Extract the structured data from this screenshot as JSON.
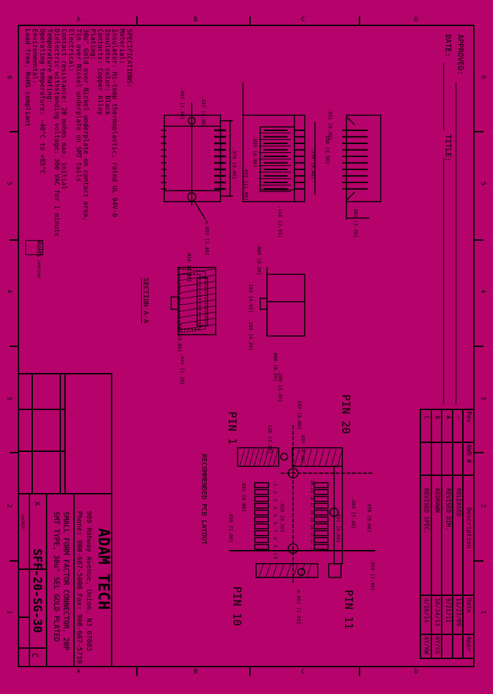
{
  "colors": {
    "background": "#b5036b",
    "ink": "#000000"
  },
  "zones": {
    "letters": [
      "A",
      "B",
      "C",
      "D"
    ],
    "numbers": [
      "6",
      "5",
      "4",
      "3",
      "2",
      "1"
    ]
  },
  "header": {
    "approved_label": "APPROVED:",
    "date_label": "DATE:",
    "title_label": "TITLE:"
  },
  "specifications": {
    "heading": "SPECIFICATIONS:",
    "lines": [
      "Material:",
      "Insulator: Hi-temp thermoplastic, rated UL 94V-0",
      "Insulator color: Black",
      "Contacts: Copper Alloy",
      "Plating:",
      "30u\" Gold over Nickel underplate on contact area,",
      "Tin over Nickel underplate on SMT tails",
      "Electrical:",
      "Contact resistance: 20 mohms max. initial",
      "Dielectric withstanding voltage: 300 VAC for 1 minute",
      "Temperature Rating:",
      "Operating temperature: -40°C to +85°C",
      "Environmental:",
      "Lead free, RoHS compliant"
    ]
  },
  "rohs_badge": {
    "line1": "RoHS",
    "line2": "COMPLIANT"
  },
  "views": {
    "section_label": "SECTION A-A",
    "pcb_label": "RECOMMENDED PCB LAYOUT",
    "pin_labels": [
      "PIN 1",
      "PIN 20",
      "PIN 10",
      "PIN 11"
    ],
    "pad_numbers_top": "20 19 18 17 16 15 14 13 12 11",
    "pad_numbers_bottom": "1 2 3 4 5 6 7 8 9 10",
    "dimensions": [
      ".055 [1.40]",
      ".157 [4.00]",
      ".378 [9.60]",
      "ø.055 [1.40]",
      ".433 [11.00]",
      ".035 [0.90]",
      ".370 [9.40]",
      ".116 [2.94]",
      ".031 [0.80]",
      ".138 [3.50]",
      ".303 [7.70]",
      ".016 [0.40]",
      ".033 [0.85]",
      ".043 [1.10]",
      ".008 [0.20]",
      ".183 [4.65]",
      ".165 [4.20]",
      ".008 [0.20]",
      ".209 [5.30]",
      ".197 [5.00]",
      ".126 [3.20]",
      ".035 [0.80]",
      ".031 [0.80]",
      ".020 [0.50]",
      ".039 [1.00]",
      ".378 [9.60]",
      ".283 [7.20]",
      ".031 [0.80]",
      ".055 [1.40]",
      "ø.061 [1.55]"
    ]
  },
  "title_block": {
    "company": "ADAM TECH",
    "address": "909 Rahway Avenue, Union, NJ 07083",
    "phone": "Phone: 908-687-5000 Fax: 908-687-5710",
    "title_line1": "SMALL FORM FACTOR CONNECTOR, 20P",
    "title_line2": "SMT TYPE, 30u\" SEL GOLD PLATED",
    "part_number": "SFF-20-SG-30",
    "rev": "C",
    "size_mark": "X",
    "scale_note": "SOCKET"
  },
  "revision_table": {
    "headers": [
      "Rev",
      "AWO #",
      "Description",
      "Date",
      "Appr"
    ],
    "rows": [
      {
        "rev": "-",
        "awo": "",
        "description": "RELEASED",
        "date": "11/23/09",
        "appr": ""
      },
      {
        "rev": "A",
        "awo": "",
        "description": "REVISED DIM.",
        "date": "9/21/11",
        "appr": ""
      },
      {
        "rev": "B",
        "awo": "",
        "description": "REDRAWN",
        "date": "10/24/13",
        "appr": "AY/SS"
      },
      {
        "rev": "C",
        "awo": "",
        "description": "REVISED SPEC.",
        "date": "4/10/14",
        "appr": "AY/KW"
      }
    ]
  }
}
